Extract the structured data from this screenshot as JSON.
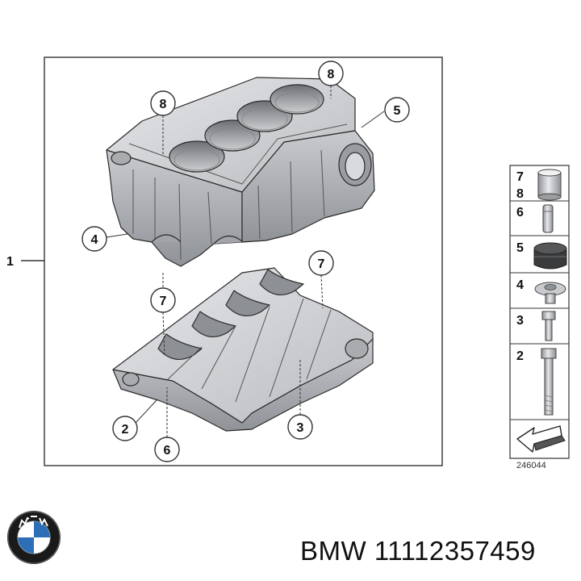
{
  "diagram": {
    "main_label": "1",
    "callouts": {
      "c8_top": "8",
      "c8_left": "8",
      "c5": "5",
      "c4": "4",
      "c7_right": "7",
      "c7_left": "7",
      "c2": "2",
      "c3": "3",
      "c6": "6"
    },
    "legend": {
      "rows": [
        {
          "numbers": [
            "7",
            "8"
          ],
          "icon": "bushing-icon"
        },
        {
          "numbers": [
            "6"
          ],
          "icon": "dowel-pin-icon"
        },
        {
          "numbers": [
            "5"
          ],
          "icon": "seal-cap-icon"
        },
        {
          "numbers": [
            "4"
          ],
          "icon": "plug-icon"
        },
        {
          "numbers": [
            "3"
          ],
          "icon": "short-bolt-icon"
        },
        {
          "numbers": [
            "2"
          ],
          "icon": "long-bolt-icon"
        },
        {
          "numbers": [],
          "icon": "direction-arrow-icon"
        }
      ],
      "reference_number": "246044"
    }
  },
  "caption": {
    "brand": "BMW",
    "part_number": "11112357459"
  },
  "colors": {
    "metal_light": "#dcdde0",
    "metal_mid": "#b4b6ba",
    "metal_dark": "#7c7f84",
    "outline": "#222222"
  }
}
